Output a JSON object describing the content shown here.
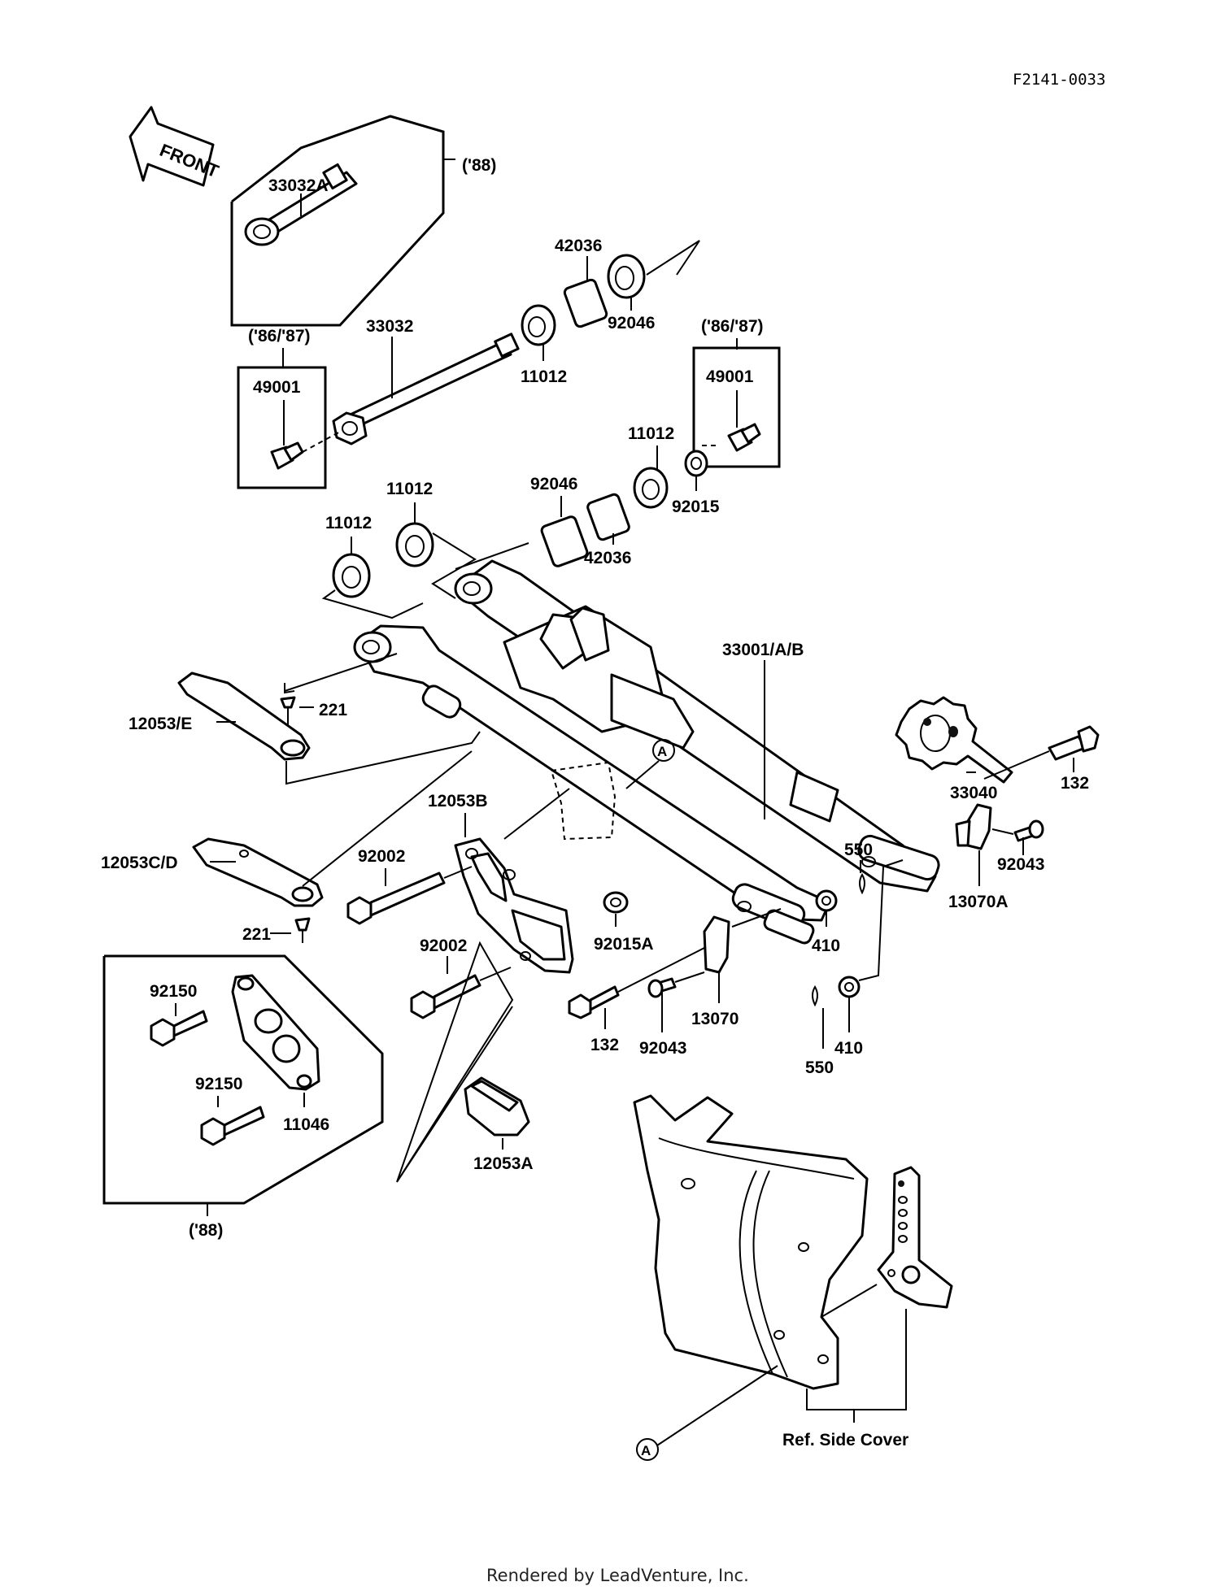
{
  "diagram_code": "F2141-0033",
  "front_arrow": "FRONT",
  "footer": "Rendered by LeadVenture, Inc.",
  "callouts": {
    "c33032A": "33032A",
    "y88_top": "('88)",
    "c42036_top": "42036",
    "c92046_top": "92046",
    "c33032": "33032",
    "y8687_left": "('86/'87)",
    "c49001_left": "49001",
    "c11012_a": "11012",
    "y8687_right": "('86/'87)",
    "c49001_right": "49001",
    "c11012_b": "11012",
    "c92015": "92015",
    "c92046_mid": "92046",
    "c11012_c": "11012",
    "c11012_d": "11012",
    "c42036_mid": "42036",
    "c33001": "33001/A/B",
    "c33040": "33040",
    "c12053E": "12053/E",
    "c221_top": "221",
    "c12053B": "12053B",
    "c132_right": "132",
    "c92043_right": "92043",
    "c550_top": "550",
    "c13070A": "13070A",
    "c12053CD": "12053C/D",
    "c92002_top": "92002",
    "c221_bottom": "221",
    "c92015A": "92015A",
    "c92002_bottom": "92002",
    "c410_top": "410",
    "c92150_top": "92150",
    "c13070": "13070",
    "c132_mid": "132",
    "c92043_mid": "92043",
    "c550_bottom": "550",
    "c410_bottom": "410",
    "c92150_bottom": "92150",
    "c11046": "11046",
    "c12053A": "12053A",
    "y88_bottom": "('88)",
    "ref_a_top": "A",
    "ref_a_bottom": "A",
    "ref_side_cover": "Ref. Side Cover"
  }
}
